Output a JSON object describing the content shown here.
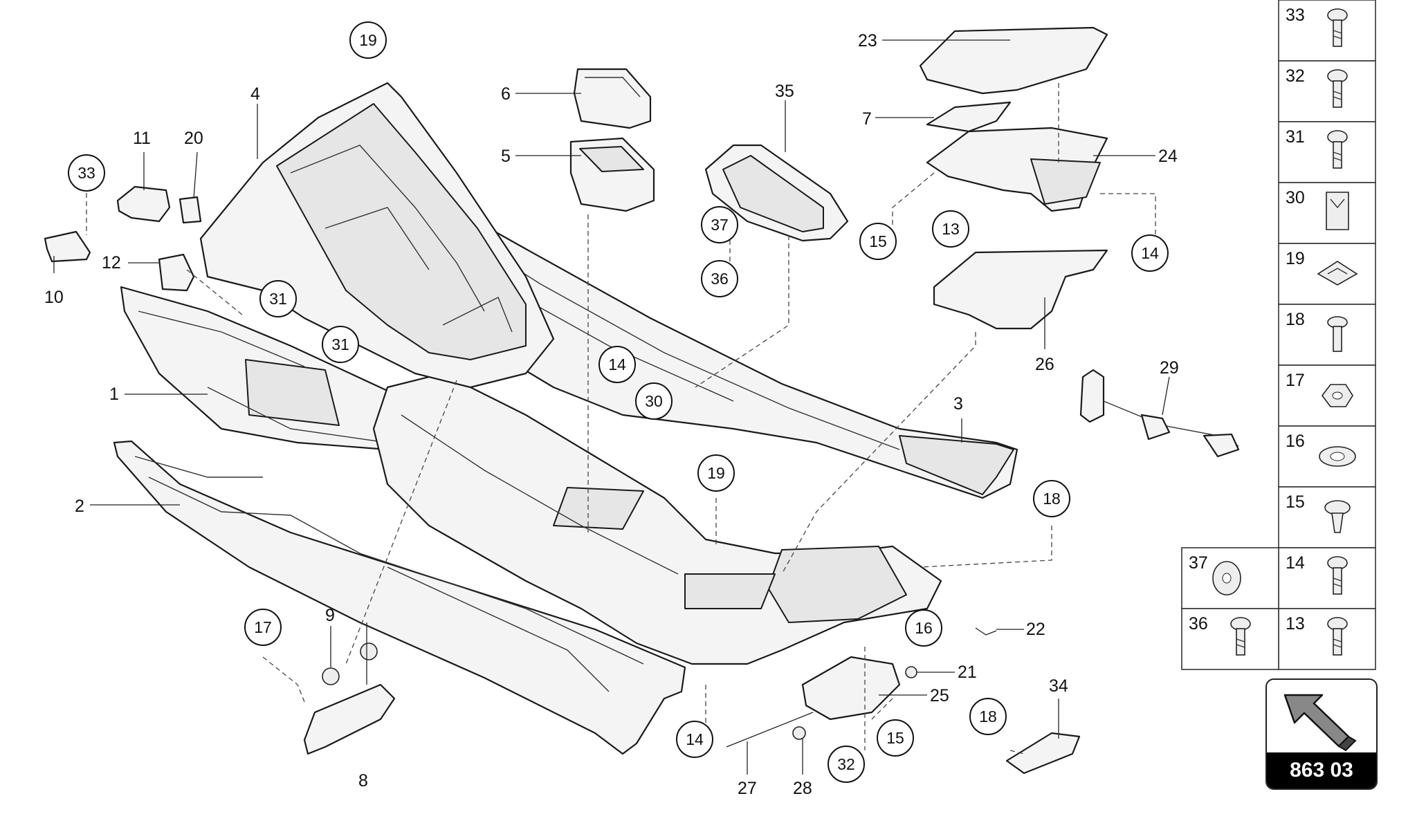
{
  "diagram_id": "863 03",
  "part_labels": [
    "1",
    "2",
    "3",
    "4",
    "5",
    "6",
    "7",
    "8",
    "9",
    "10",
    "11",
    "12",
    "20",
    "22",
    "21",
    "23",
    "24",
    "25",
    "26",
    "27",
    "28",
    "29",
    "34",
    "35"
  ],
  "callouts": [
    "19",
    "33",
    "31",
    "31",
    "37",
    "36",
    "14",
    "30",
    "15",
    "13",
    "14",
    "19",
    "18",
    "17",
    "16",
    "14",
    "15",
    "32",
    "18"
  ],
  "fastener_table": [
    {
      "number": "33",
      "icon": "screw-icon"
    },
    {
      "number": "32",
      "icon": "screw-icon"
    },
    {
      "number": "31",
      "icon": "screw-icon"
    },
    {
      "number": "30",
      "icon": "clip-nut-icon"
    },
    {
      "number": "19",
      "icon": "spring-clip-icon"
    },
    {
      "number": "18",
      "icon": "flange-bolt-icon"
    },
    {
      "number": "17",
      "icon": "hex-nut-icon"
    },
    {
      "number": "16",
      "icon": "push-nut-icon"
    },
    {
      "number": "15",
      "icon": "expanding-rivet-icon"
    },
    {
      "number": "37",
      "icon": "washer-icon"
    },
    {
      "number": "14",
      "icon": "screw-icon"
    },
    {
      "number": "36",
      "icon": "screw-icon"
    },
    {
      "number": "13",
      "icon": "screw-icon"
    }
  ]
}
